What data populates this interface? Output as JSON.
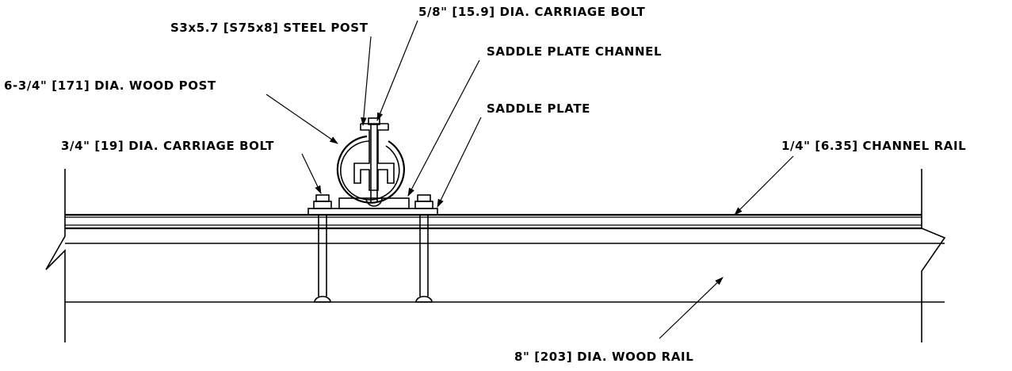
{
  "diagram": {
    "labels": {
      "steel_post": "S3x5.7 [S75x8] STEEL POST",
      "carriage_bolt_small": "5/8\" [15.9] DIA. CARRIAGE BOLT",
      "saddle_plate_channel": "SADDLE PLATE CHANNEL",
      "wood_post": "6-3/4\" [171] DIA. WOOD POST",
      "saddle_plate": "SADDLE PLATE",
      "carriage_bolt_large": "3/4\" [19] DIA. CARRIAGE BOLT",
      "channel_rail": "1/4\" [6.35] CHANNEL RAIL",
      "wood_rail": "8\" [203] DIA. WOOD RAIL"
    }
  }
}
